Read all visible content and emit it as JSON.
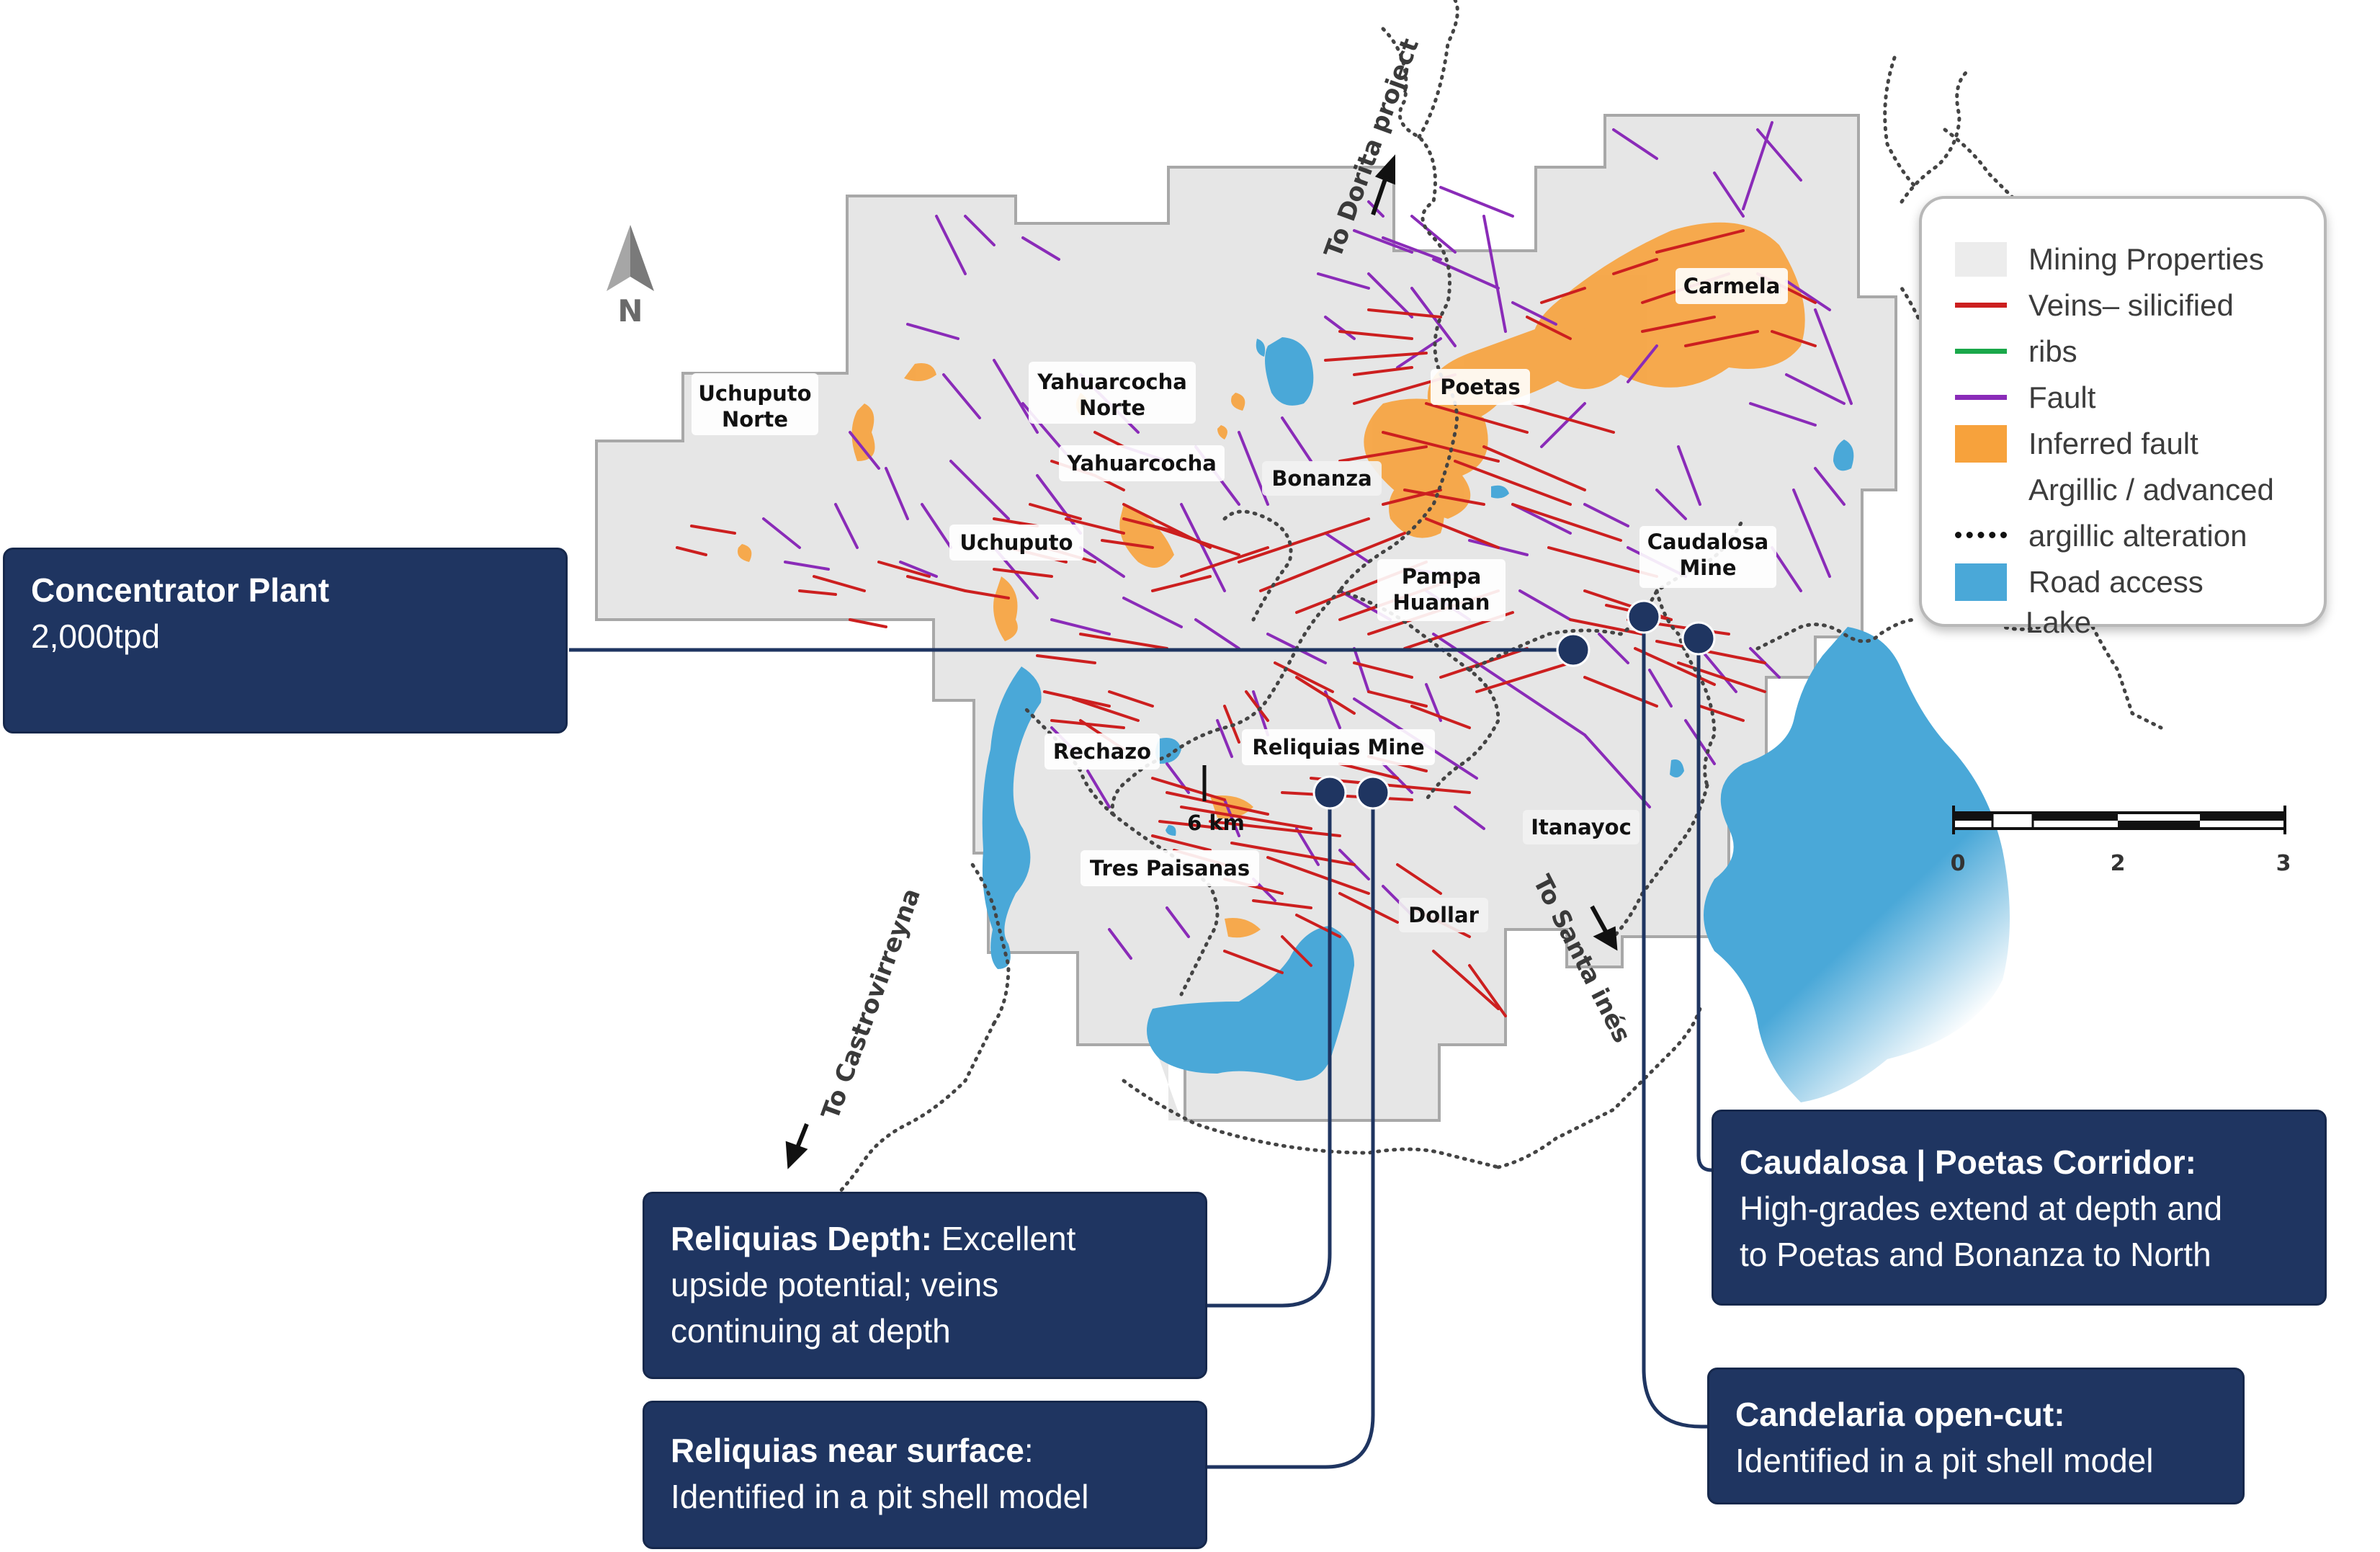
{
  "map": {
    "places": {
      "uchuputo_norte_1": "Uchuputo",
      "uchuputo_norte_2": "Norte",
      "yahuarcocha_norte_1": "Yahuarcocha",
      "yahuarcocha_norte_2": "Norte",
      "yahuarcocha": "Yahuarcocha",
      "uchuputo": "Uchuputo",
      "bonanza": "Bonanza",
      "poetas": "Poetas",
      "carmela": "Carmela",
      "caudalosa_1": "Caudalosa",
      "caudalosa_2": "Mine",
      "pampa_1": "Pampa",
      "pampa_2": "Huaman",
      "rechazo": "Rechazo",
      "reliquias_mine": "Reliquias Mine",
      "itanayoc": "Itanayoc",
      "tres_paisanas": "Tres Paisanas",
      "dollar": "Dollar"
    },
    "routes": {
      "dorita": "To Dorita project",
      "castrovirreyna": "To Castrovirreyna",
      "santa_ines": "To Santa inés"
    },
    "distance_label": "6 km",
    "north_label": "N",
    "scale_bar": {
      "ticks": [
        "0",
        "2",
        "3"
      ]
    },
    "colors": {
      "property": "#e6e6e6",
      "property_outline": "#a8a8a8",
      "vein": "#cc1f1f",
      "fault": "#8a2bb8",
      "alteration": "#f7a23c",
      "lake": "#4aa8d8",
      "callout": "#1f3561",
      "leader": "#1f3561"
    }
  },
  "legend": {
    "items": [
      {
        "label": "Mining Properties",
        "symbol": "property-swatch"
      },
      {
        "label": "Veins– silicified",
        "symbol": "vein-line"
      },
      {
        "label": "ribs",
        "symbol": "green-line"
      },
      {
        "label": "Fault",
        "symbol": "fault-line"
      },
      {
        "label": "Inferred fault",
        "symbol": "orange-swatch"
      },
      {
        "label": "Argillic / advanced",
        "symbol": "none"
      },
      {
        "label": "argillic alteration",
        "symbol": "dotted-line"
      },
      {
        "label": "Road access",
        "symbol": "blue-swatch"
      },
      {
        "label": "Lake",
        "symbol": "none"
      }
    ]
  },
  "callouts": {
    "concentrator": {
      "title": "Concentrator Plant",
      "body": "2,000tpd"
    },
    "reliquias_depth": {
      "title": "Reliquias Depth:",
      "body_1": " Excellent",
      "body_2": "upside potential; veins",
      "body_3": "continuing at depth"
    },
    "reliquias_surface": {
      "title": "Reliquias near surface",
      "title_suffix": ":",
      "body": "Identified in a pit shell model"
    },
    "caudalosa": {
      "title": "Caudalosa | Poetas Corridor:",
      "body_1": "High-grades extend at depth and",
      "body_2": "to Poetas and Bonanza to North"
    },
    "candelaria": {
      "title": "Candelaria open-cut:",
      "body": "Identified in a pit shell model"
    }
  }
}
